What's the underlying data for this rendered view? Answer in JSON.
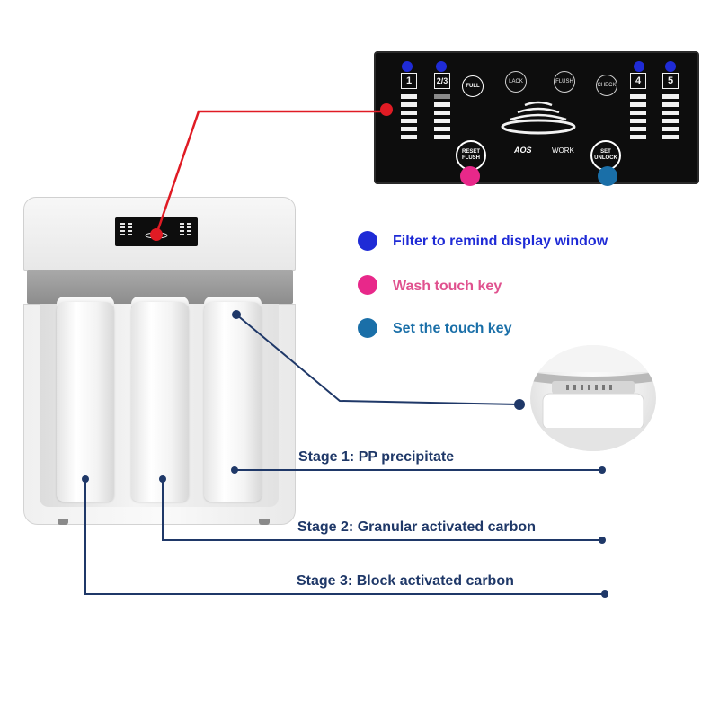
{
  "panel": {
    "slots": [
      "1",
      "2/3",
      "4",
      "5"
    ],
    "buttons": {
      "full": "FULL",
      "lack": "LACK",
      "flush": "FLUSH",
      "check": "CHECK",
      "reset_flush": "RESET FLUSH",
      "set_unlock": "SET UNLOCK"
    },
    "logo_text": "AOS",
    "status_text": "WORK"
  },
  "legend": [
    {
      "label": "Filter to remind display window",
      "color": "#1f2bd6",
      "text_color": "#1f2bd6"
    },
    {
      "label": "Wash touch key",
      "color": "#e8288a",
      "text_color": "#e0528f"
    },
    {
      "label": "Set the touch key",
      "color": "#1a6fa8",
      "text_color": "#1a6fa8"
    }
  ],
  "stages": [
    {
      "label": "Stage 1: PP precipitate"
    },
    {
      "label": "Stage 2: Granular activated carbon"
    },
    {
      "label": "Stage 3: Block activated carbon"
    }
  ],
  "colors": {
    "callout_red": "#e01b24",
    "callout_navy": "#1f3868",
    "panel_bg": "#0d0d0d",
    "reset_marker": "#e8288a",
    "set_marker": "#1a6fa8"
  }
}
